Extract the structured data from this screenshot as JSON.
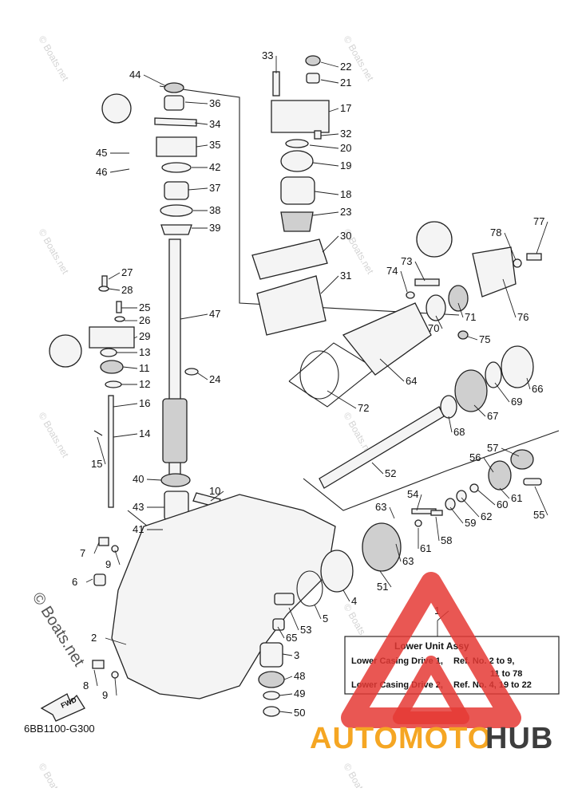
{
  "diagram": {
    "code": "6BB1100-G300",
    "fwd_label": "FWD",
    "watermark_small": "© Boats.net",
    "watermark_large": "© Boats.net",
    "callouts": [
      "44",
      "36",
      "34",
      "35",
      "42",
      "37",
      "38",
      "39",
      "45",
      "46",
      "33",
      "22",
      "21",
      "17",
      "32",
      "20",
      "19",
      "18",
      "23",
      "30",
      "31",
      "27",
      "28",
      "25",
      "26",
      "29",
      "13",
      "11",
      "12",
      "16",
      "14",
      "15",
      "47",
      "24",
      "40",
      "10",
      "43",
      "41",
      "77",
      "78",
      "73",
      "74",
      "76",
      "71",
      "70",
      "75",
      "64",
      "72",
      "66",
      "69",
      "67",
      "68",
      "52",
      "57",
      "56",
      "61",
      "55",
      "54",
      "63",
      "60",
      "62",
      "59",
      "58",
      "61",
      "63",
      "51",
      "7",
      "9",
      "6",
      "4",
      "5",
      "53",
      "65",
      "3",
      "48",
      "49",
      "50",
      "2",
      "8",
      "9",
      "1"
    ],
    "info_box": {
      "title": "Lower Unit Assy",
      "row1_label": "Lower Casing Drive 1,",
      "row1_ref": "Ref. No.   2  to  9,",
      "row1_ref2": "11  to  78",
      "row2_label": "Lower Casing Drive 2,",
      "row2_ref": "Ref. No. 4, 19  to  22"
    },
    "logo": {
      "part1": "AUTOMOTO",
      "part2": "HUB",
      "color1": "#f5a623",
      "color2": "#3d3d3d",
      "triangle_color": "#e53935"
    }
  }
}
